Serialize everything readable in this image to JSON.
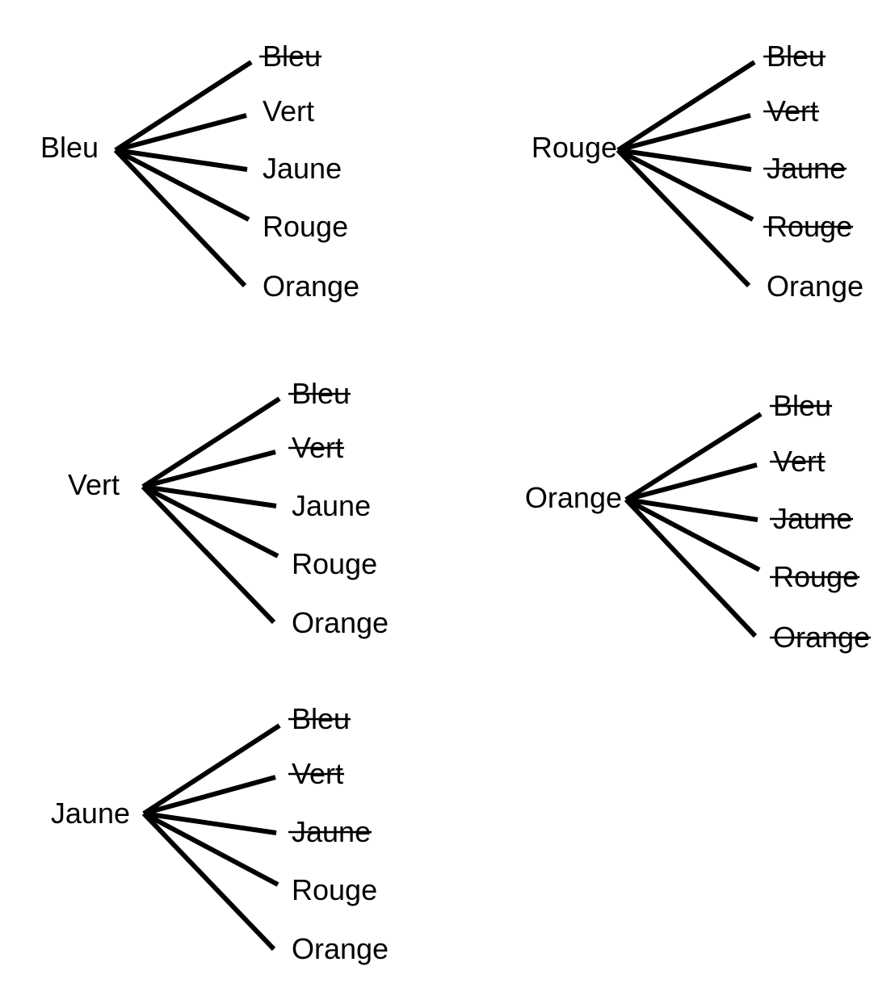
{
  "colors": {
    "ink": "#000000",
    "background": "#ffffff"
  },
  "trees": [
    {
      "id": "bleu",
      "root": "Bleu",
      "leaves": [
        {
          "label": "Bleu",
          "struck": true
        },
        {
          "label": "Vert",
          "struck": false
        },
        {
          "label": "Jaune",
          "struck": false
        },
        {
          "label": "Rouge",
          "struck": false
        },
        {
          "label": "Orange",
          "struck": false
        }
      ]
    },
    {
      "id": "rouge",
      "root": "Rouge",
      "leaves": [
        {
          "label": "Bleu",
          "struck": true
        },
        {
          "label": "Vert",
          "struck": true
        },
        {
          "label": "Jaune",
          "struck": true
        },
        {
          "label": "Rouge",
          "struck": true
        },
        {
          "label": "Orange",
          "struck": false
        }
      ]
    },
    {
      "id": "vert",
      "root": "Vert",
      "leaves": [
        {
          "label": "Bleu",
          "struck": true
        },
        {
          "label": "Vert",
          "struck": true
        },
        {
          "label": "Jaune",
          "struck": false
        },
        {
          "label": "Rouge",
          "struck": false
        },
        {
          "label": "Orange",
          "struck": false
        }
      ]
    },
    {
      "id": "orange",
      "root": "Orange",
      "leaves": [
        {
          "label": "Bleu",
          "struck": true
        },
        {
          "label": "Vert",
          "struck": true
        },
        {
          "label": "Jaune",
          "struck": true
        },
        {
          "label": "Rouge",
          "struck": true
        },
        {
          "label": "Orange",
          "struck": true
        }
      ]
    },
    {
      "id": "jaune",
      "root": "Jaune",
      "leaves": [
        {
          "label": "Bleu",
          "struck": true
        },
        {
          "label": "Vert",
          "struck": true
        },
        {
          "label": "Jaune",
          "struck": true
        },
        {
          "label": "Rouge",
          "struck": false
        },
        {
          "label": "Orange",
          "struck": false
        }
      ]
    }
  ]
}
